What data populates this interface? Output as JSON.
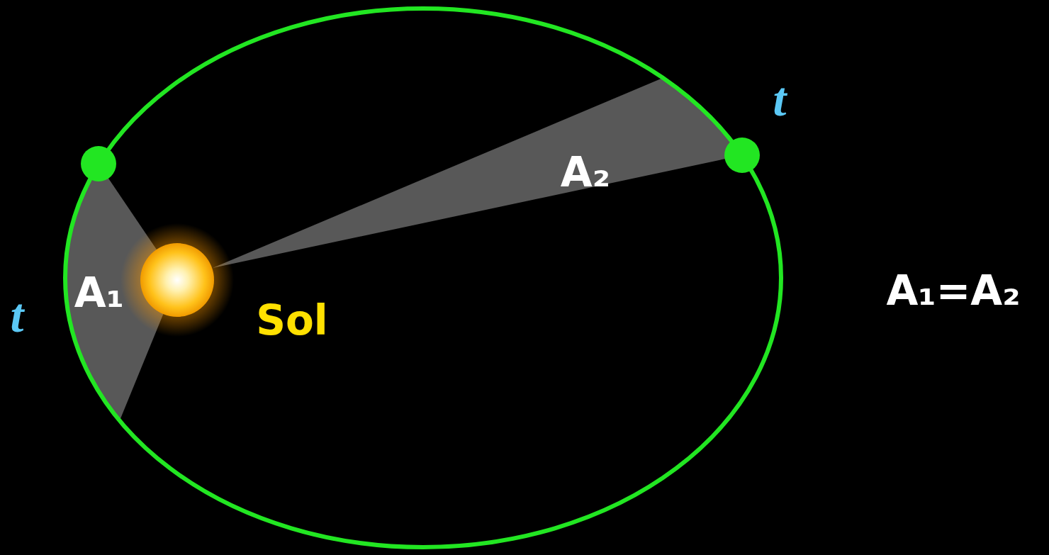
{
  "diagram": {
    "labels": [
      "t",
      "A₁",
      "Sol",
      "A₂",
      "t",
      "A₁=A₂"
    ]
  }
}
